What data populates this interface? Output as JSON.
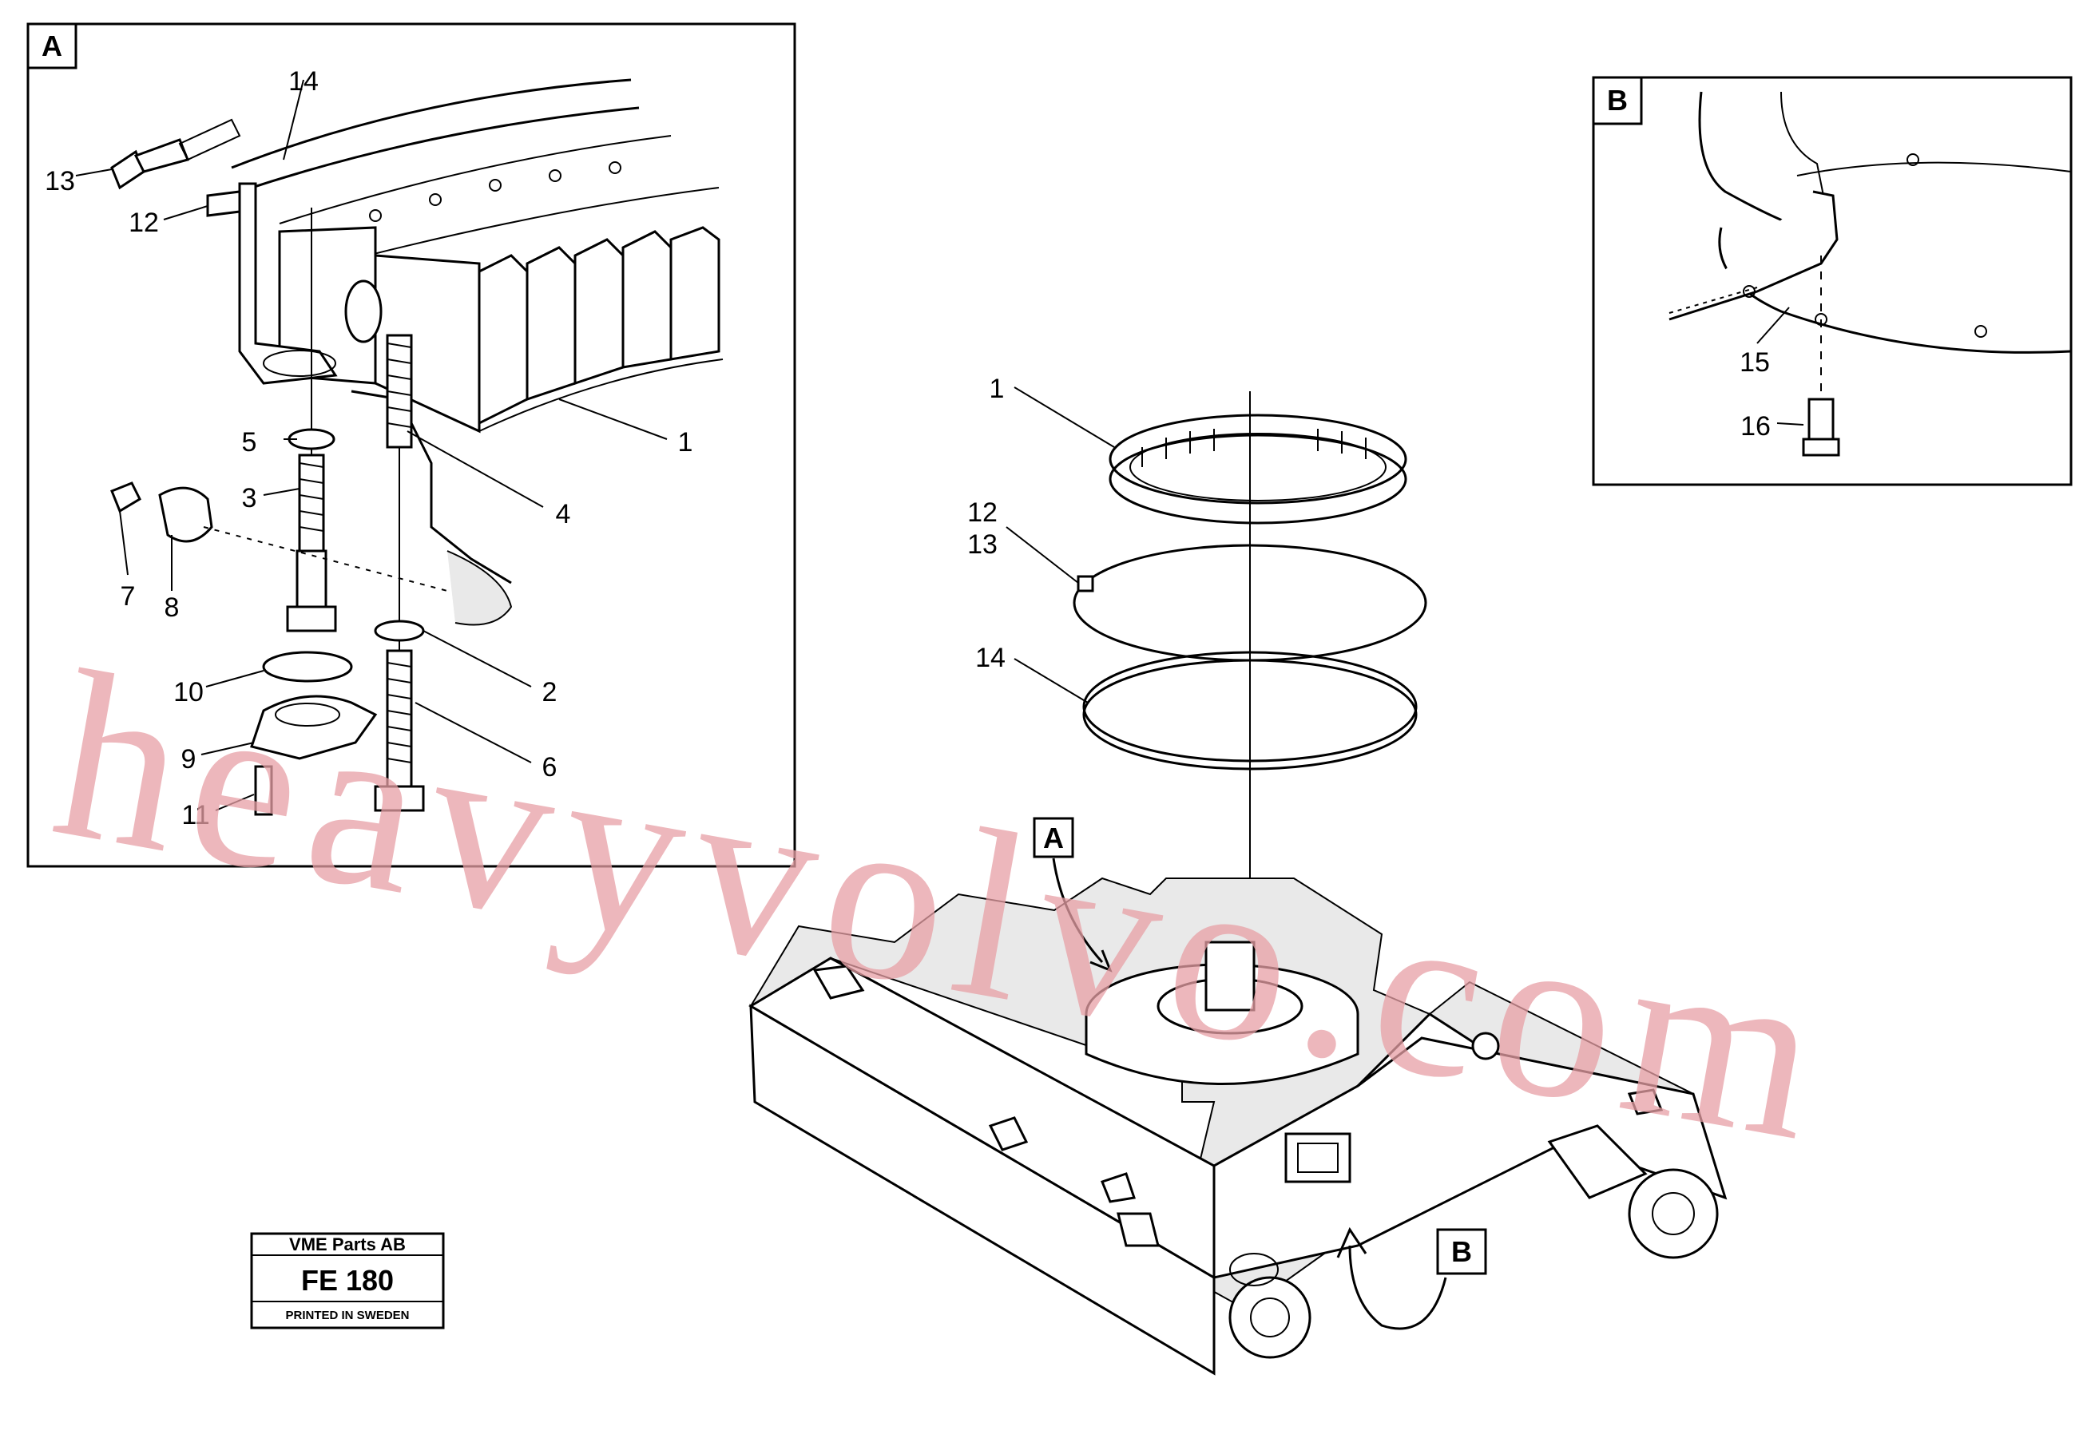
{
  "inset_a": {
    "tag": "A",
    "callouts": [
      "14",
      "13",
      "12",
      "5",
      "3",
      "7",
      "8",
      "1",
      "4",
      "2",
      "6",
      "10",
      "9",
      "11"
    ]
  },
  "inset_b": {
    "tag": "B",
    "callouts": [
      "15",
      "16"
    ]
  },
  "main": {
    "callouts": [
      "1",
      "12",
      "13",
      "14"
    ],
    "pointer_a": "A",
    "pointer_b": "B"
  },
  "plate": {
    "company": "VME Parts AB",
    "code": "FE 180",
    "printed": "PRINTED IN SWEDEN"
  },
  "watermark": "heavyvolvo.com",
  "colors": {
    "watermark": "#e8a0a6",
    "ink": "#000000",
    "paper": "#ffffff"
  }
}
